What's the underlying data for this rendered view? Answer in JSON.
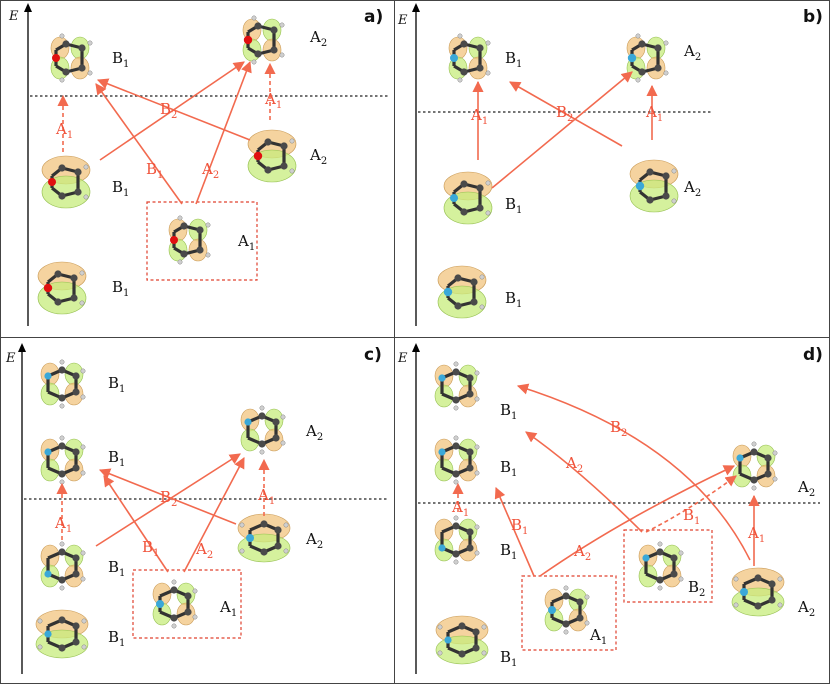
{
  "energy_axis_label": "E",
  "panels": [
    {
      "id": "a",
      "label": "a)",
      "heteroatom": "O",
      "orbital_labels": [
        {
          "sym": "B",
          "sub": "1"
        },
        {
          "sym": "A",
          "sub": "2"
        },
        {
          "sym": "B",
          "sub": "1"
        },
        {
          "sym": "A",
          "sub": "2"
        },
        {
          "sym": "A",
          "sub": "1"
        },
        {
          "sym": "B",
          "sub": "1"
        }
      ],
      "transition_labels": [
        {
          "sym": "A",
          "sub": "1"
        },
        {
          "sym": "B",
          "sub": "2"
        },
        {
          "sym": "B",
          "sub": "1"
        },
        {
          "sym": "A",
          "sub": "2"
        },
        {
          "sym": "A",
          "sub": "1"
        }
      ]
    },
    {
      "id": "b",
      "label": "b)",
      "heteroatom": "N",
      "orbital_labels": [
        {
          "sym": "B",
          "sub": "1"
        },
        {
          "sym": "A",
          "sub": "2"
        },
        {
          "sym": "B",
          "sub": "1"
        },
        {
          "sym": "A",
          "sub": "2"
        },
        {
          "sym": "B",
          "sub": "1"
        }
      ],
      "transition_labels": [
        {
          "sym": "A",
          "sub": "1"
        },
        {
          "sym": "B",
          "sub": "2"
        },
        {
          "sym": "A",
          "sub": "1"
        }
      ]
    },
    {
      "id": "c",
      "label": "c)",
      "heteroatom": "N",
      "orbital_labels": [
        {
          "sym": "B",
          "sub": "1"
        },
        {
          "sym": "A",
          "sub": "2"
        },
        {
          "sym": "B",
          "sub": "1"
        },
        {
          "sym": "B",
          "sub": "1"
        },
        {
          "sym": "A",
          "sub": "2"
        },
        {
          "sym": "A",
          "sub": "1"
        },
        {
          "sym": "B",
          "sub": "1"
        }
      ],
      "transition_labels": [
        {
          "sym": "A",
          "sub": "1"
        },
        {
          "sym": "B",
          "sub": "2"
        },
        {
          "sym": "B",
          "sub": "1"
        },
        {
          "sym": "A",
          "sub": "2"
        },
        {
          "sym": "A",
          "sub": "1"
        }
      ]
    },
    {
      "id": "d",
      "label": "d)",
      "heteroatom": "N",
      "orbital_labels": [
        {
          "sym": "B",
          "sub": "1"
        },
        {
          "sym": "B",
          "sub": "1"
        },
        {
          "sym": "A",
          "sub": "2"
        },
        {
          "sym": "B",
          "sub": "1"
        },
        {
          "sym": "B",
          "sub": "2"
        },
        {
          "sym": "A",
          "sub": "1"
        },
        {
          "sym": "A",
          "sub": "2"
        },
        {
          "sym": "B",
          "sub": "1"
        }
      ],
      "transition_labels": [
        {
          "sym": "B",
          "sub": "2"
        },
        {
          "sym": "A",
          "sub": "2"
        },
        {
          "sym": "B",
          "sub": "1"
        },
        {
          "sym": "A",
          "sub": "1"
        },
        {
          "sym": "B",
          "sub": "1"
        },
        {
          "sym": "A",
          "sub": "2"
        },
        {
          "sym": "A",
          "sub": "1"
        }
      ]
    }
  ],
  "colors": {
    "arrow": "#f26a4f",
    "lobe_positive": "#f2c47f",
    "lobe_negative": "#c7ec7c",
    "oxygen": "#e01010",
    "nitrogen": "#3aa8d8"
  }
}
